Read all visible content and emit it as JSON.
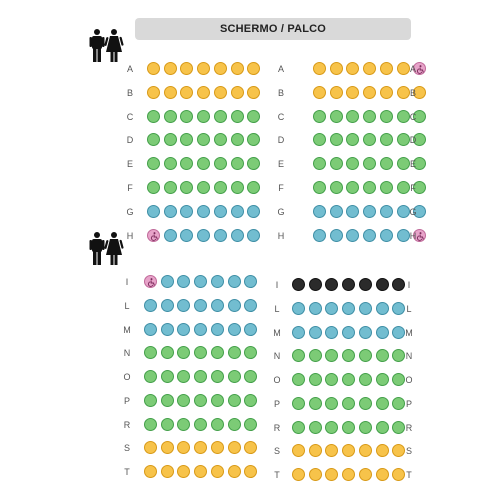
{
  "screen_label": "SCHERMO / PALCO",
  "icons": {
    "restroom": "restroom-icon",
    "wheelchair": "wheelchair-icon"
  },
  "legend_colors": {
    "y": "#f7c34a",
    "g": "#7ccb76",
    "b": "#72bdd0",
    "k": "#2b2b2b",
    "w": "#e7a3c9"
  },
  "blocks": [
    {
      "name": "front-left",
      "labels": "left",
      "rows": [
        {
          "label": "A",
          "seats": "yyyyyyy"
        },
        {
          "label": "B",
          "seats": "yyyyyyy"
        },
        {
          "label": "C",
          "seats": "ggggggg"
        },
        {
          "label": "D",
          "seats": "ggggggg"
        },
        {
          "label": "E",
          "seats": "ggggggg"
        },
        {
          "label": "F",
          "seats": "ggggggg"
        },
        {
          "label": "G",
          "seats": "bbbbbbb"
        },
        {
          "label": "H",
          "seats": "wbbbbbb"
        }
      ]
    },
    {
      "name": "front-right",
      "labels": "both",
      "rows": [
        {
          "label": "A",
          "seats": "yyyyyyw"
        },
        {
          "label": "B",
          "seats": "yyyyyyy"
        },
        {
          "label": "C",
          "seats": "ggggggg"
        },
        {
          "label": "D",
          "seats": "ggggggg"
        },
        {
          "label": "E",
          "seats": "ggggggg"
        },
        {
          "label": "F",
          "seats": "ggggggg"
        },
        {
          "label": "G",
          "seats": "bbbbbbb"
        },
        {
          "label": "H",
          "seats": "bbbbbbw"
        }
      ]
    },
    {
      "name": "rear-left",
      "labels": "left",
      "rows": [
        {
          "label": "I",
          "seats": "wbbbbbb"
        },
        {
          "label": "L",
          "seats": "bbbbbbb"
        },
        {
          "label": "M",
          "seats": "bbbbbbb"
        },
        {
          "label": "N",
          "seats": "ggggggg"
        },
        {
          "label": "O",
          "seats": "ggggggg"
        },
        {
          "label": "P",
          "seats": "ggggggg"
        },
        {
          "label": "R",
          "seats": "ggggggg"
        },
        {
          "label": "S",
          "seats": "yyyyyyy"
        },
        {
          "label": "T",
          "seats": "yyyyyyy"
        }
      ]
    },
    {
      "name": "rear-right",
      "labels": "both",
      "rows": [
        {
          "label": "I",
          "seats": "kkkkkkk"
        },
        {
          "label": "L",
          "seats": "bbbbbbb"
        },
        {
          "label": "M",
          "seats": "bbbbbbb"
        },
        {
          "label": "N",
          "seats": "ggggggg"
        },
        {
          "label": "O",
          "seats": "ggggggg"
        },
        {
          "label": "P",
          "seats": "ggggggg"
        },
        {
          "label": "R",
          "seats": "ggggggg"
        },
        {
          "label": "S",
          "seats": "yyyyyyy"
        },
        {
          "label": "T",
          "seats": "yyyyyyy"
        }
      ]
    }
  ]
}
